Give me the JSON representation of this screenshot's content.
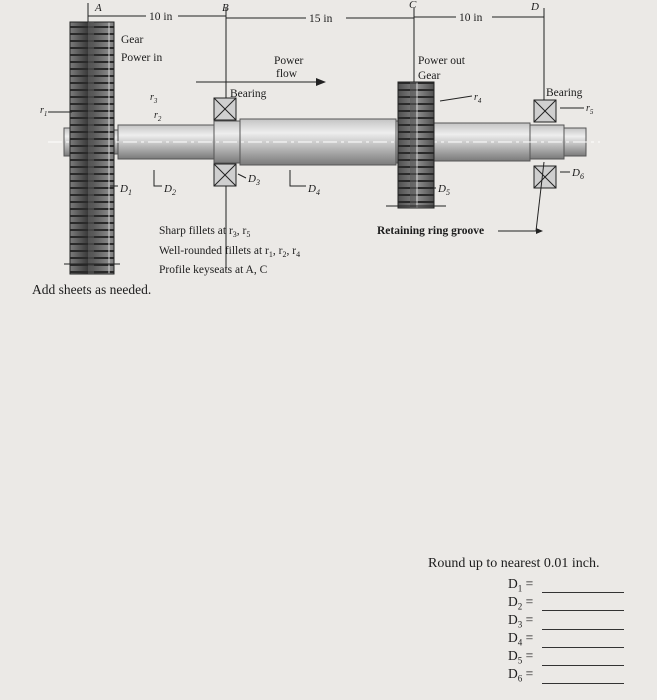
{
  "points": {
    "a": "A",
    "b": "B",
    "c": "C",
    "d": "D"
  },
  "dims": {
    "ab": "10 in",
    "bc": "15 in",
    "cd": "10 in"
  },
  "labels": {
    "gear_power_in_1": "Gear",
    "gear_power_in_2": "Power in",
    "power_flow_1": "Power",
    "power_flow_2": "flow",
    "power_out_1": "Power out",
    "power_out_2": "Gear",
    "bearing_b": "Bearing",
    "bearing_d": "Bearing",
    "retaining": "Retaining ring groove"
  },
  "fillets": {
    "r1": "r",
    "r2": "r",
    "r3": "r",
    "r4": "r",
    "r5": "r"
  },
  "fillet_subs": {
    "r1": "1",
    "r2": "2",
    "r3": "3",
    "r4": "4",
    "r5": "5"
  },
  "diameters": {
    "d1": "D",
    "d2": "D",
    "d3": "D",
    "d4": "D",
    "d5": "D",
    "d6": "D"
  },
  "diameter_subs": {
    "d1": "1",
    "d2": "2",
    "d3": "3",
    "d4": "4",
    "d5": "5",
    "d6": "6"
  },
  "notes": {
    "sharp": "Sharp fillets at r",
    "sharp_s1": "3",
    "sharp_mid": ", r",
    "sharp_s2": "5",
    "well": "Well-rounded fillets at r",
    "well_s1": "1",
    "well_sep1": ", r",
    "well_s2": "2",
    "well_sep2": ", r",
    "well_s3": "4",
    "keyseats": "Profile keyseats at A, C",
    "add_sheets": "Add sheets as needed."
  },
  "answers": {
    "round_note": "Round up to nearest 0.01 inch.",
    "rows": [
      {
        "label": "D",
        "sub": "1",
        "eq": " ="
      },
      {
        "label": "D",
        "sub": "2",
        "eq": " ="
      },
      {
        "label": "D",
        "sub": "3",
        "eq": " ="
      },
      {
        "label": "D",
        "sub": "4",
        "eq": " ="
      },
      {
        "label": "D",
        "sub": "5",
        "eq": " ="
      },
      {
        "label": "D",
        "sub": "6",
        "eq": " ="
      }
    ]
  }
}
